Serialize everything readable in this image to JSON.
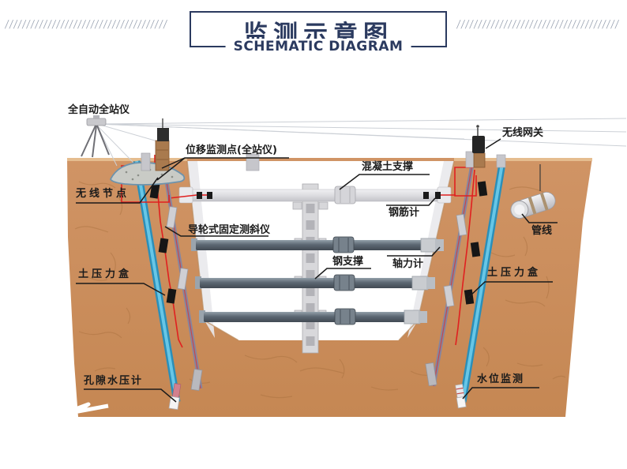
{
  "title": {
    "zh": "监测示意图",
    "en": "SCHEMATIC DIAGRAM"
  },
  "decoration": {
    "slashes_left": "//////////////////////////////////////",
    "slashes_right": "//////////////////////////////////////"
  },
  "labels": {
    "total_station": "全自动全站仪",
    "displacement_point": "位移监测点(全站仪)",
    "wireless_gateway": "无线网关",
    "concrete_support": "混凝土支撑",
    "rebar_meter": "钢筋计",
    "wireless_node": "无线节点",
    "fixed_inclinometer": "导轮式固定测斜仪",
    "pipeline": "管线",
    "steel_support": "钢支撑",
    "axial_force_meter": "轴力计",
    "earth_pressure_cell_left": "土压力盒",
    "earth_pressure_cell_right": "土压力盒",
    "pore_water_gauge": "孔隙水压计",
    "water_level_monitor": "水位监测"
  },
  "colors": {
    "accent_navy": "#2b3a5f",
    "soil": "#cd9263",
    "soil_crack": "#a8703e",
    "red_cable": "#e02020",
    "blue_tube": "#2b8fb9",
    "steel_support": "#5d6873",
    "concrete_support": "#d9d9dd",
    "sensor_black": "#1a1a1a"
  }
}
